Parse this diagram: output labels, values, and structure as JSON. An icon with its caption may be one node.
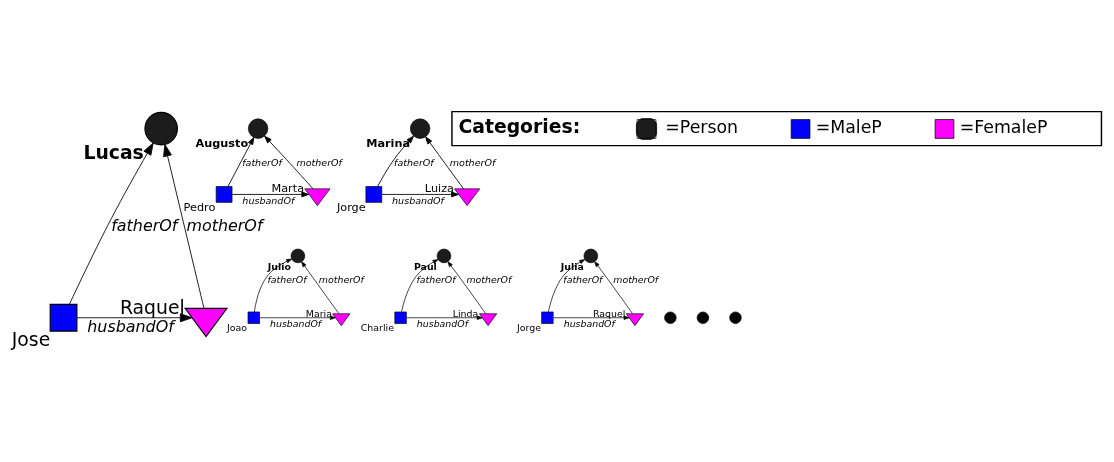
{
  "diagram": {
    "nodes": [
      {
        "text": [],
        "shape": "circle",
        "beside": [
          "Lucas"
        ]
      },
      {
        "text": [],
        "shape": "box",
        "beside": [
          "Jose"
        ]
      },
      {
        "text": [],
        "shape": "triangle",
        "beside": [
          "Raquel"
        ]
      },
      {
        "text": [],
        "shape": "circle",
        "beside": [
          "Augusto"
        ]
      },
      {
        "text": [],
        "shape": "box",
        "beside": [
          "Pedro"
        ]
      },
      {
        "text": [],
        "shape": "triangle",
        "beside": [
          "Marta"
        ]
      },
      {
        "text": [],
        "shape": "circle",
        "beside": [
          "Marina"
        ]
      },
      {
        "text": [],
        "shape": "box",
        "beside": [
          "Jorge"
        ]
      },
      {
        "text": [],
        "shape": "triangle",
        "beside": [
          "Luiza"
        ]
      },
      {
        "text": [],
        "shape": "circle",
        "beside": [
          "Julio"
        ]
      },
      {
        "text": [],
        "shape": "box",
        "beside": [
          "Joao"
        ]
      },
      {
        "text": [],
        "shape": "triangle",
        "beside": [
          "Maria"
        ]
      },
      {
        "text": [],
        "shape": "circle",
        "beside": [
          "Paul"
        ]
      },
      {
        "text": [],
        "shape": "box",
        "beside": [
          "Charlie"
        ]
      },
      {
        "text": [],
        "shape": "triangle",
        "beside": [
          "Linda"
        ]
      },
      {
        "text": [],
        "shape": "circle",
        "beside": [
          "Julia"
        ]
      },
      {
        "text": [],
        "shape": "box",
        "beside": [
          "Jorge"
        ]
      },
      {
        "text": [],
        "shape": "triangle",
        "beside": [
          "Raquel"
        ]
      }
    ],
    "edges": [
      {
        "from": 1,
        "to": 0,
        "arrow": "to",
        "label": "fatherOf"
      },
      {
        "from": 2,
        "to": 0,
        "arrow": "to",
        "label": "motherOf"
      },
      {
        "from": 1,
        "to": 2,
        "arrow": "to",
        "label": "husbandOf"
      },
      {
        "from": 4,
        "to": 3,
        "arrow": "to",
        "label": "fatherOf"
      },
      {
        "from": 5,
        "to": 3,
        "arrow": "to",
        "label": "motherOf"
      },
      {
        "from": 4,
        "to": 5,
        "arrow": "to",
        "label": "husbandOf"
      },
      {
        "from": 7,
        "to": 6,
        "arrow": "to",
        "label": "fatherOf"
      },
      {
        "from": 8,
        "to": 6,
        "arrow": "to",
        "label": "motherOf"
      },
      {
        "from": 7,
        "to": 8,
        "arrow": "to",
        "label": "husbandOf"
      },
      {
        "from": 10,
        "to": 9,
        "arrow": "to",
        "label": "fatherOf"
      },
      {
        "from": 11,
        "to": 9,
        "arrow": "to",
        "label": "motherOf"
      },
      {
        "from": 10,
        "to": 11,
        "arrow": "to",
        "label": "husbandOf"
      },
      {
        "from": 13,
        "to": 12,
        "arrow": "to",
        "label": "fatherOf"
      },
      {
        "from": 14,
        "to": 12,
        "arrow": "to",
        "label": "motherOf"
      },
      {
        "from": 13,
        "to": 14,
        "arrow": "to",
        "label": "husbandOf"
      },
      {
        "from": 16,
        "to": 15,
        "arrow": "to",
        "label": "fatherOf"
      },
      {
        "from": 17,
        "to": 15,
        "arrow": "to",
        "label": "motherOf"
      },
      {
        "from": 16,
        "to": 17,
        "arrow": "to",
        "label": "husbandOf"
      }
    ],
    "labels": [
      "Categories:"
    ],
    "legend": [
      {
        "text": "=Person",
        "color": "#1c1c1c"
      },
      {
        "text": "=MaleP",
        "color": "#0000ff"
      },
      {
        "text": "=FemaleP",
        "color": "#ff00ff"
      }
    ]
  }
}
